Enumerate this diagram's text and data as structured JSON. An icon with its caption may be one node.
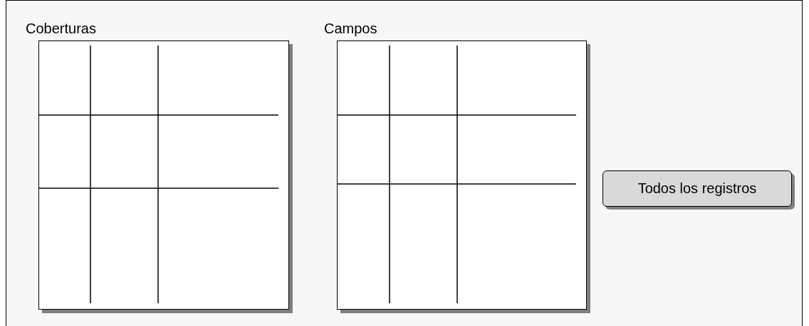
{
  "diagram": {
    "nodes": [
      {
        "text": [
          "Coberturas"
        ]
      },
      {
        "text": [
          "Campos"
        ]
      },
      {
        "text": [
          "Todos los registros"
        ]
      }
    ]
  }
}
